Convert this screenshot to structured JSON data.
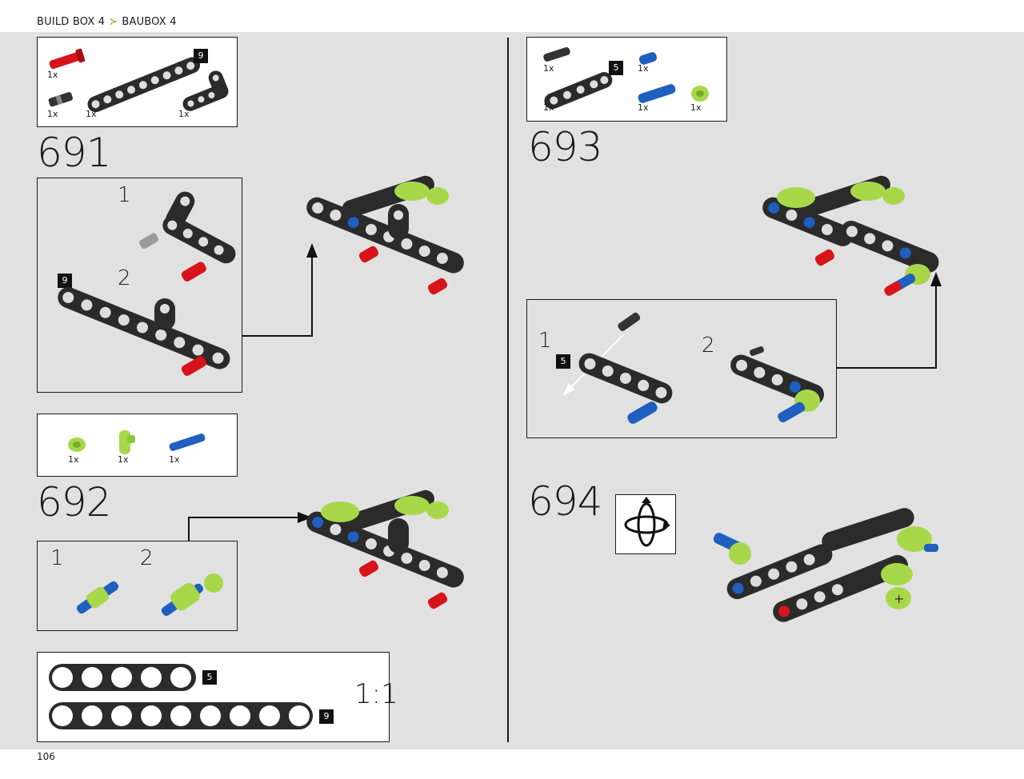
{
  "header": {
    "left": "BUILD BOX 4",
    "right": "BAUBOX 4"
  },
  "page_number": "106",
  "steps": {
    "s691": {
      "number": "691",
      "parts": [
        "1x",
        "1x",
        "1x",
        "1x"
      ],
      "beam_badge": "9",
      "substeps": [
        "1",
        "2"
      ],
      "sub_badge": "9"
    },
    "s692": {
      "number": "692",
      "parts": [
        "1x",
        "1x",
        "1x"
      ],
      "substeps": [
        "1",
        "2"
      ]
    },
    "s693": {
      "number": "693",
      "parts": [
        "1x",
        "1x",
        "1x",
        "1x",
        "1x"
      ],
      "beam_badge": "5",
      "substeps": [
        "1",
        "2"
      ],
      "sub_badge": "5"
    },
    "s694": {
      "number": "694",
      "rotate_icon": "rotate-model-icon"
    }
  },
  "scale_ruler": {
    "label": "1:1",
    "beam5": "5",
    "beam9": "9"
  },
  "colors": {
    "beam": "#2b2b2b",
    "red_pin": "#d7141a",
    "blue_pin": "#1e5fbf",
    "lime": "#a8d84a",
    "gray": "#9a9a9a"
  }
}
